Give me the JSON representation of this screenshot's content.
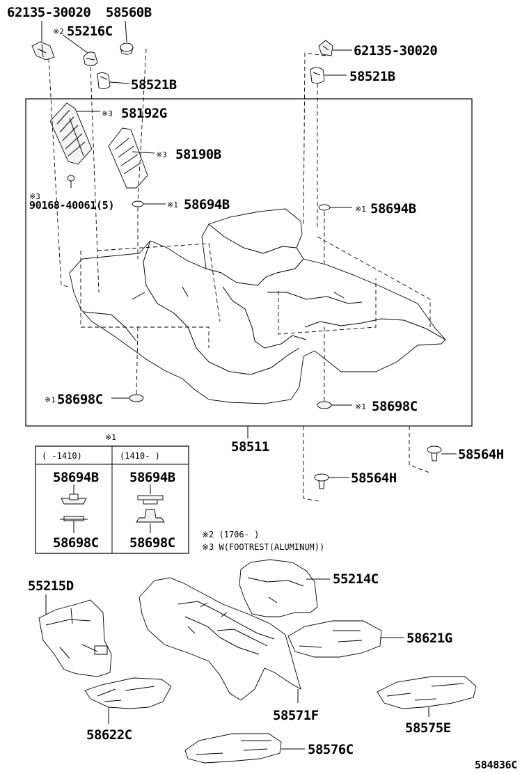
{
  "parts": {
    "p62135_30020_left": "62135-30020",
    "p58560B": "58560B",
    "p55216C_mark": "※2",
    "p55216C": "55216C",
    "p58521B_left": "58521B",
    "p58192G_mark": "※3",
    "p58192G": "58192G",
    "p58190B_mark": "※3",
    "p58190B": "58190B",
    "p90168_mark": "※3",
    "p90168": "90168-40061(5)",
    "p58694B_left_mark": "※1",
    "p58694B_left": "58694B",
    "p62135_30020_right": "62135-30020",
    "p58521B_right": "58521B",
    "p58694B_right_mark": "※1",
    "p58694B_right": "58694B",
    "p58698C_left_mark": "※1",
    "p58698C_left": "58698C",
    "p58698C_right_mark": "※1",
    "p58698C_right": "58698C",
    "p58511": "58511",
    "p58564H_upper": "58564H",
    "p58564H_lower": "58564H",
    "p55215D": "55215D",
    "p55214C": "55214C",
    "p58621G": "58621G",
    "p58622C": "58622C",
    "p58571F": "58571F",
    "p58576C": "58576C",
    "p58575E": "58575E"
  },
  "inset_table": {
    "mark": "※1",
    "col_left_header": "(    -1410)",
    "col_right_header": "(1410-     )",
    "left_top": "58694B",
    "left_bottom": "58698C",
    "right_top": "58694B",
    "right_bottom": "58698C"
  },
  "notes": {
    "note2": "※2 (1706-     )",
    "note3": "※3 W(FOOTREST(ALUMINUM))"
  },
  "diagram_id": "584836C"
}
